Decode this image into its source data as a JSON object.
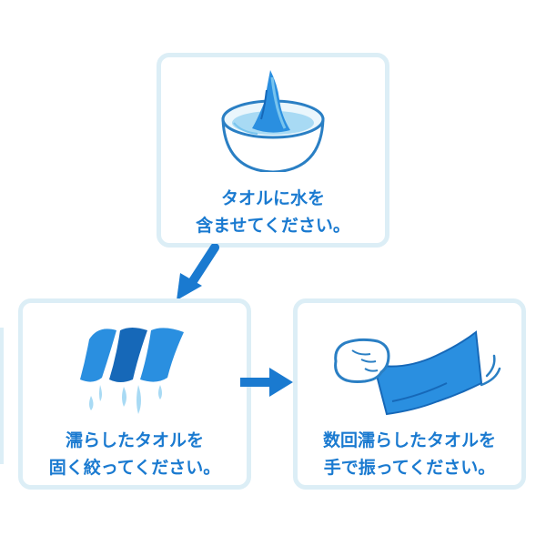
{
  "steps": [
    {
      "line1": "タオルに水を",
      "line2": "含ませてください。"
    },
    {
      "line1": "濡らしたタオルを",
      "line2": "固く絞ってください。"
    },
    {
      "line1": "数回濡らしたタオルを",
      "line2": "手で振ってください。"
    }
  ],
  "colors": {
    "text": "#1a7ad0",
    "arrow": "#1a7ad0",
    "card_border": "#dceef6",
    "towel": "#2a8fe0",
    "towel_dark": "#1668b8",
    "water": "#a8daf4",
    "bowl_outline": "#2a7fc4"
  },
  "icons": [
    "bowl-with-towel-icon",
    "wrung-towel-icon",
    "hand-shaking-towel-icon",
    "arrow-down-left-icon",
    "arrow-right-icon"
  ]
}
